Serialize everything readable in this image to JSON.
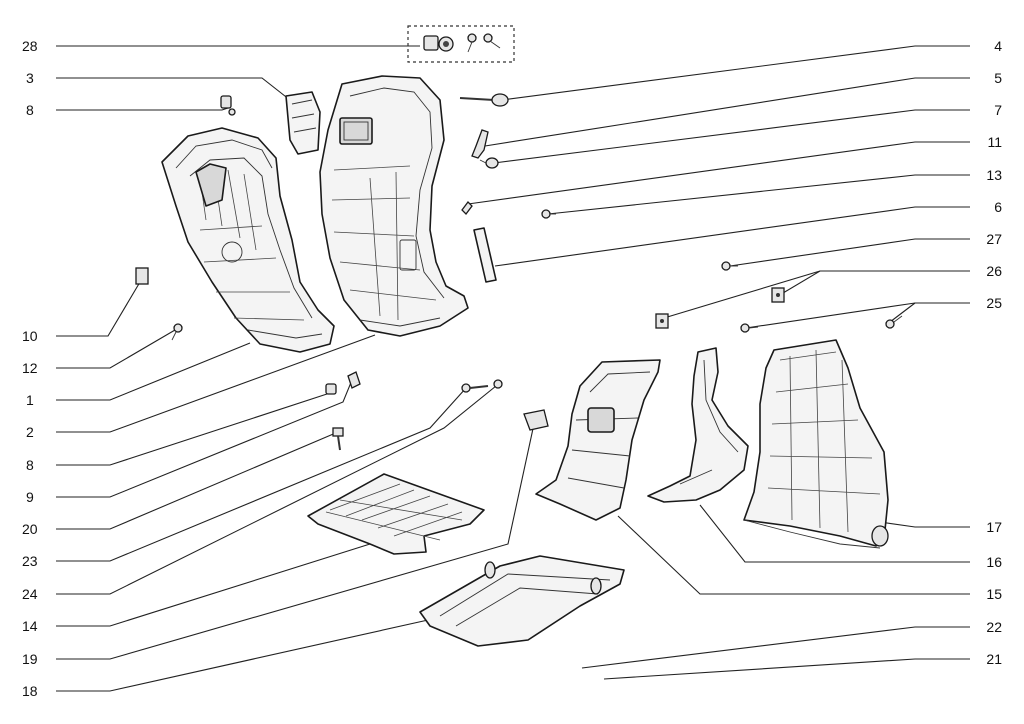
{
  "labels": {
    "left": [
      "28",
      "3",
      "8",
      "10",
      "12",
      "1",
      "2",
      "8",
      "9",
      "20",
      "23",
      "24",
      "14",
      "19",
      "18"
    ],
    "right": [
      "4",
      "5",
      "7",
      "11",
      "13",
      "6",
      "27",
      "26",
      "25",
      "17",
      "16",
      "15",
      "22",
      "21"
    ]
  }
}
